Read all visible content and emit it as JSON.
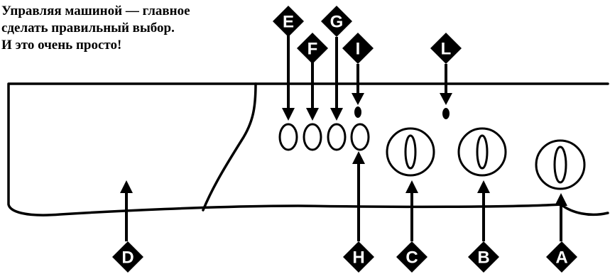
{
  "intro": {
    "line1": "Управляя машиной — главное",
    "line2": "сделать правильный выбор.",
    "line3": "И это очень просто!"
  },
  "callouts": {
    "A": "A",
    "B": "B",
    "C": "C",
    "D": "D",
    "E": "E",
    "F": "F",
    "G": "G",
    "H": "H",
    "I": "I",
    "L": "L"
  },
  "colors": {
    "line": "#000000",
    "background": "#ffffff",
    "label_text": "#ffffff"
  }
}
